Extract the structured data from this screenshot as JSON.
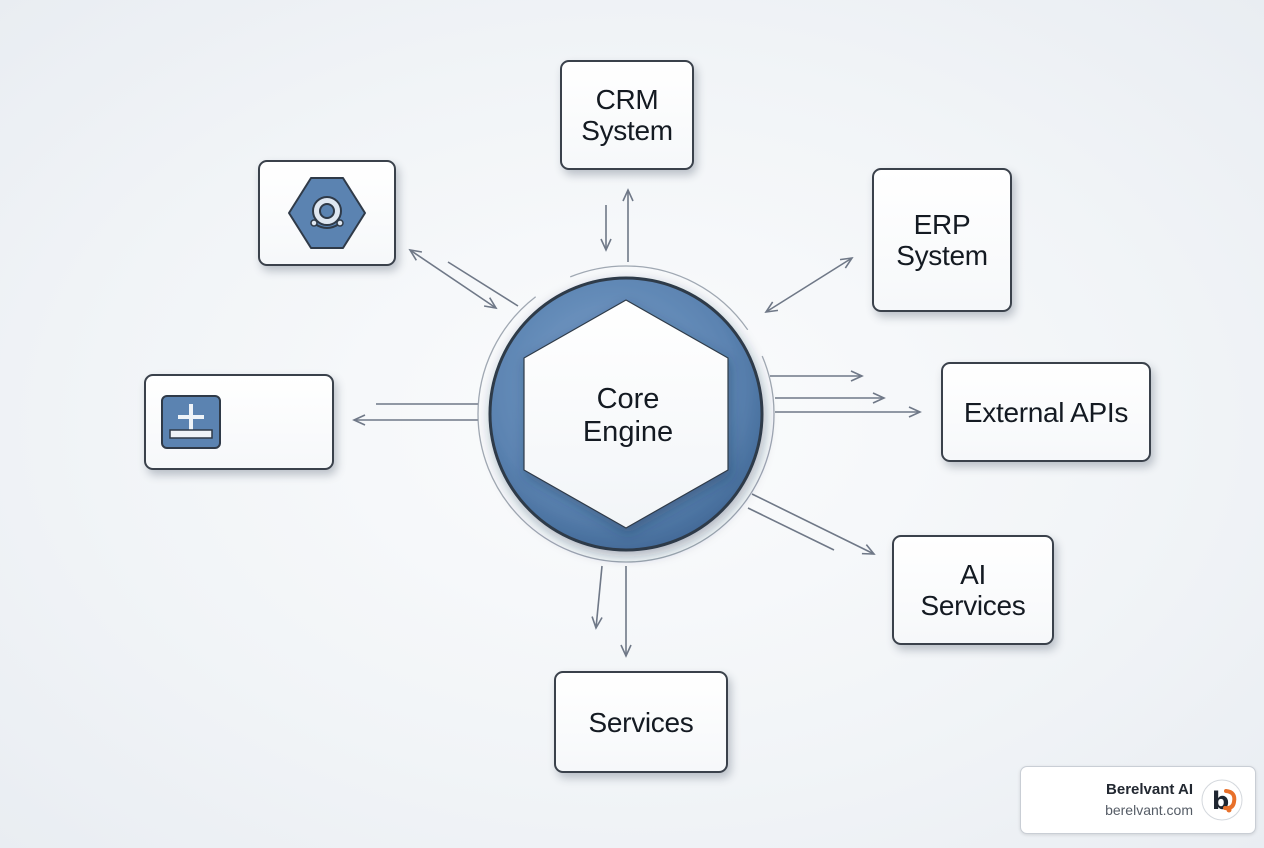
{
  "core": {
    "label": "Core\nEngine"
  },
  "nodes": {
    "crm": "CRM\nSystem",
    "erp": "ERP\nSystem",
    "external_apis": "External APIs",
    "ai_services": "AI\nServices",
    "services": "Services"
  },
  "icons": {
    "top_left": "hexagon-gear-icon",
    "left": "plus-tray-icon"
  },
  "brand": {
    "name": "Berelvant AI",
    "url": "berelvant.com",
    "logo_text": "b"
  },
  "colors": {
    "accent": "#5b83b1",
    "accent_dark": "#3d6492",
    "stroke": "#3a414b",
    "arrow": "#6f7887",
    "logo_orange": "#e8702a"
  }
}
